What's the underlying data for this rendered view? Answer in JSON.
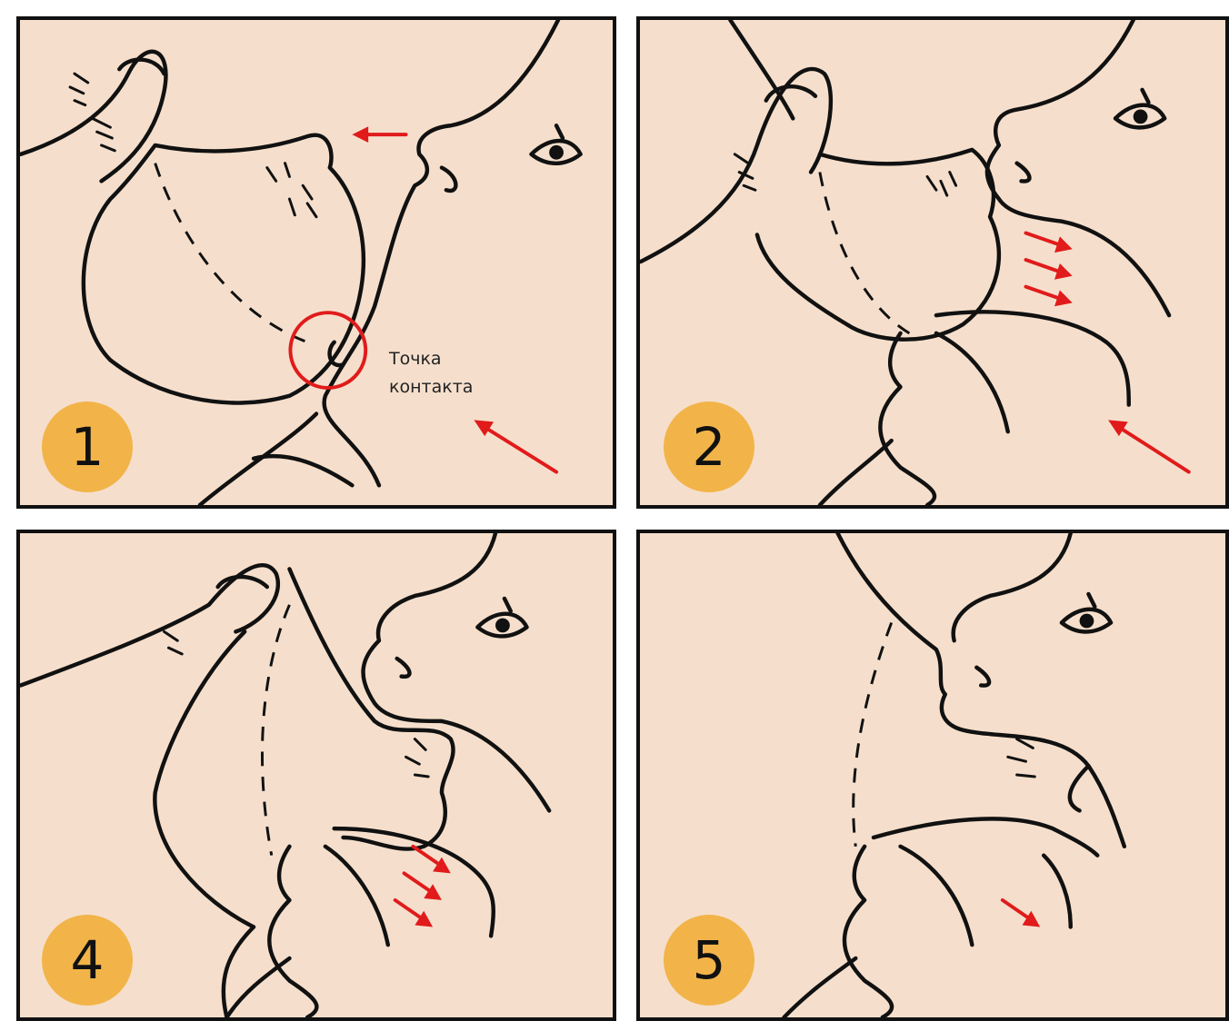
{
  "panels": [
    {
      "number": "1",
      "caption_line1": "Точка",
      "caption_line2": "контакта"
    },
    {
      "number": "2"
    },
    {
      "number": "4"
    },
    {
      "number": "5"
    }
  ],
  "colors": {
    "panel_background": "#f5dfcc",
    "badge": "#f2b449",
    "arrow": "#e11b1b",
    "outline": "#111111"
  },
  "icons": [
    "eye-icon",
    "red-arrow-icon",
    "contact-circle-icon"
  ]
}
